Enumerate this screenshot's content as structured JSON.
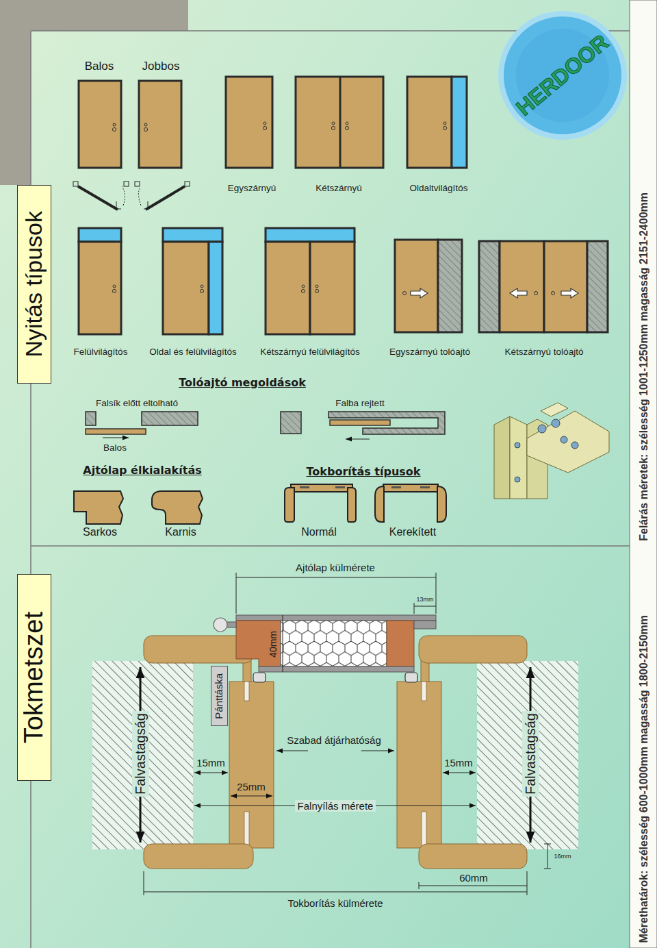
{
  "diagram": {
    "nodes": [
      {
        "text": [
          "HERDOOR"
        ]
      },
      {
        "text": [
          "Nyitás típusok"
        ]
      },
      {
        "text": [
          "Tokmetszet"
        ]
      },
      {
        "text": [
          "Pánttáska"
        ]
      }
    ],
    "labels": [
      "Balos",
      "Jobbos",
      "Egyszárnyú",
      "Kétszárnyú",
      "Oldaltvilágítós",
      "Felülvilágítós",
      "Oldal és felülvilágítós",
      "Kétszárnyú felülvilágítós",
      "Egyszárnyú tolóajtó",
      "Kétszárnyú tolóajtó",
      "Tolóajtó megoldások",
      "Falsík előtt eltolható",
      "Falba rejtett",
      "Balos",
      "Ajtólap élkialakítás",
      "Tokborítás típusok",
      "Sarkos",
      "Karnis",
      "Normál",
      "Kerekített",
      "Ajtólap külmérete",
      "13mm",
      "40mm",
      "Falvastagság",
      "15mm",
      "25mm",
      "Szabad átjárhatóság",
      "15mm",
      "Falvastagság",
      "Falnyílás mérete",
      "16mm",
      "60mm",
      "Tokborítás külmérete",
      "Mérethatárok: szélesség 600-1000mm magasság 1800-2150mm",
      "Felárás méretek: szélesség 1001-1250mm magasság 2151-2400mm"
    ]
  }
}
